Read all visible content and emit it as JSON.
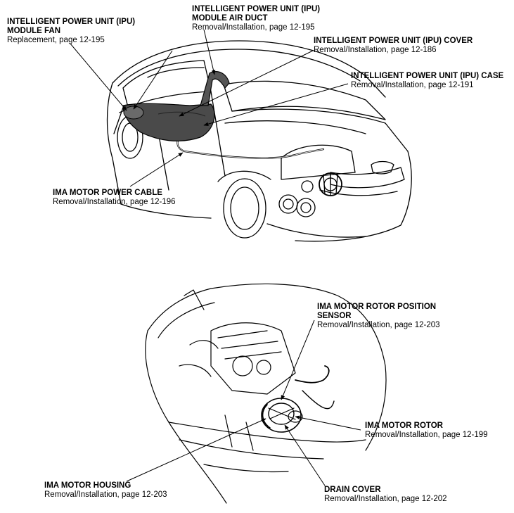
{
  "callouts": {
    "ipu_fan": {
      "title_line1": "INTELLIGENT POWER UNIT (IPU)",
      "title_line2": "MODULE FAN",
      "ref": "Replacement, page 12-195"
    },
    "ipu_air_duct": {
      "title_line1": "INTELLIGENT POWER UNIT (IPU)",
      "title_line2": "MODULE AIR DUCT",
      "ref": "Removal/Installation, page 12-195"
    },
    "ipu_cover": {
      "title": "INTELLIGENT POWER UNIT (IPU) COVER",
      "ref": "Removal/Installation, page 12-186"
    },
    "ipu_case": {
      "title": "INTELLIGENT POWER UNIT (IPU) CASE",
      "ref": "Removal/Installation, page 12-191"
    },
    "power_cable": {
      "title": "IMA MOTOR POWER CABLE",
      "ref": "Removal/Installation, page 12-196"
    },
    "rotor_sensor": {
      "title_line1": "IMA MOTOR ROTOR POSITION",
      "title_line2": "SENSOR",
      "ref": "Removal/Installation, page 12-203"
    },
    "rotor": {
      "title": "IMA MOTOR ROTOR",
      "ref": "Removal/Installation, page 12-199"
    },
    "housing": {
      "title": "IMA MOTOR HOUSING",
      "ref": "Removal/Installation, page 12-203"
    },
    "drain_cover": {
      "title": "DRAIN COVER",
      "ref": "Removal/Installation, page 12-202"
    }
  }
}
